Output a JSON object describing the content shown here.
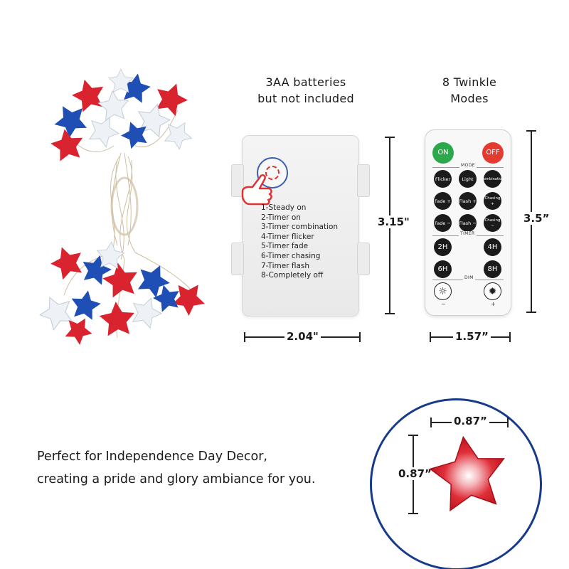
{
  "battery_caption": [
    "3AA batteries",
    "but not included"
  ],
  "twinkle_caption": [
    "8 Twinkle",
    "Modes"
  ],
  "battery_box": {
    "modes": [
      "1-Steady on",
      "2-Timer on",
      "3-Timer combination",
      "4-Timer flicker",
      "5-Timer fade",
      "6-Timer chasing",
      "7-Timer flash",
      "8-Completely off"
    ],
    "height_label": "3.15\"",
    "width_label": "2.04\""
  },
  "remote": {
    "on_label": "ON",
    "off_label": "OFF",
    "mode_label": "MODE",
    "mode_buttons": [
      "Flicker",
      "Light",
      "Combination",
      "Fade +",
      "Flash +",
      "Chasing +",
      "Fade −",
      "Flash −",
      "Chasing −"
    ],
    "timer_label": "TIMER",
    "timer_buttons": [
      "2H",
      "4H",
      "6H",
      "8H"
    ],
    "dim_label": "DIM",
    "dim_minus": "−",
    "dim_plus": "+",
    "height_label": "3.5”",
    "width_label": "1.57”"
  },
  "tagline": [
    "Perfect for Independence Day Decor,",
    "creating a pride and glory ambiance for you."
  ],
  "star_detail": {
    "width_label": "0.87”",
    "height_label": "0.87”"
  },
  "colors": {
    "star_red": "#d9232e",
    "star_blue": "#1f4fb4",
    "star_white": "#eef2f7",
    "circle_border": "#173a8a",
    "on_green": "#2aa84a",
    "off_red": "#e53a2f"
  }
}
